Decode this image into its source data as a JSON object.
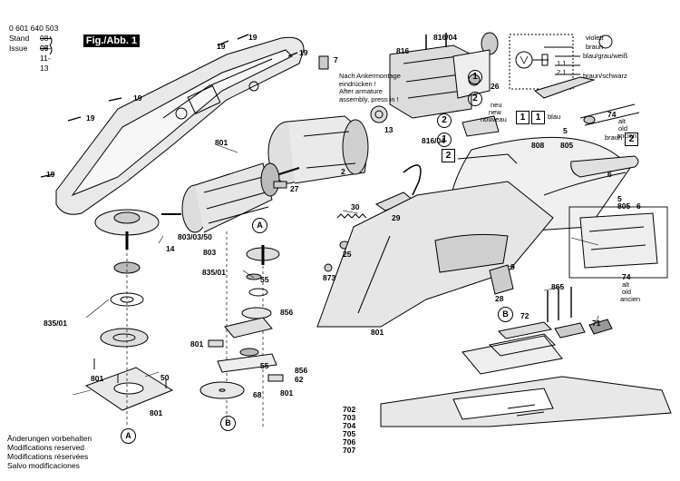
{
  "header": {
    "doc_number": "0 601 640 503",
    "stand_label": "Stand",
    "stand_value": "08-06",
    "issue_label": "Issue",
    "issue_value": "07-11-13",
    "figure_tag": "Fig./Abb. 1"
  },
  "note": {
    "line1": "Nach Ankermontage",
    "line2": "eindrücken !",
    "line3": "After armature",
    "line4": "assembly, press in !"
  },
  "wiring": {
    "violett": "violett",
    "braun": "braun",
    "blau_grau_weiss": "blau/grau/weiß",
    "braun_schwarz": "braun/schwarz",
    "r21": "2.1",
    "r11": "1.1",
    "blau": "blau",
    "braun2": "braun",
    "new_label": "neu",
    "new_en": "new",
    "nouveau": "nouveau",
    "alt": "alt",
    "old": "old",
    "ancien": "ancien"
  },
  "callouts": {
    "c1": "1",
    "c2": "2",
    "cA": "A",
    "cB": "B"
  },
  "parts": {
    "p19": "19",
    "p7": "7",
    "p801": "801",
    "p816": "816",
    "p816_04": "816/04",
    "p26": "26",
    "p13": "13",
    "p2": "2",
    "p27": "27",
    "p803_03_50": "803/03/50",
    "p14": "14",
    "p803": "803",
    "p835_01": "835/01",
    "p55": "55",
    "p856": "856",
    "p62": "62",
    "p68": "68",
    "p50": "50",
    "p30": "30",
    "p29": "29",
    "p25": "25",
    "p873": "873",
    "p9": "9",
    "p28": "28",
    "p865": "865",
    "p72": "72",
    "p71": "71",
    "p808": "808",
    "p5": "5",
    "p805": "805",
    "p74": "74",
    "p6": "6",
    "p702": "702",
    "p703": "703",
    "p704": "704",
    "p705": "705",
    "p706": "706",
    "p707": "707"
  },
  "footer": {
    "de": "Änderungen vorbehalten",
    "en": "Modifications reserved",
    "fr": "Modifications réservées",
    "es": "Salvo modificaciones"
  }
}
